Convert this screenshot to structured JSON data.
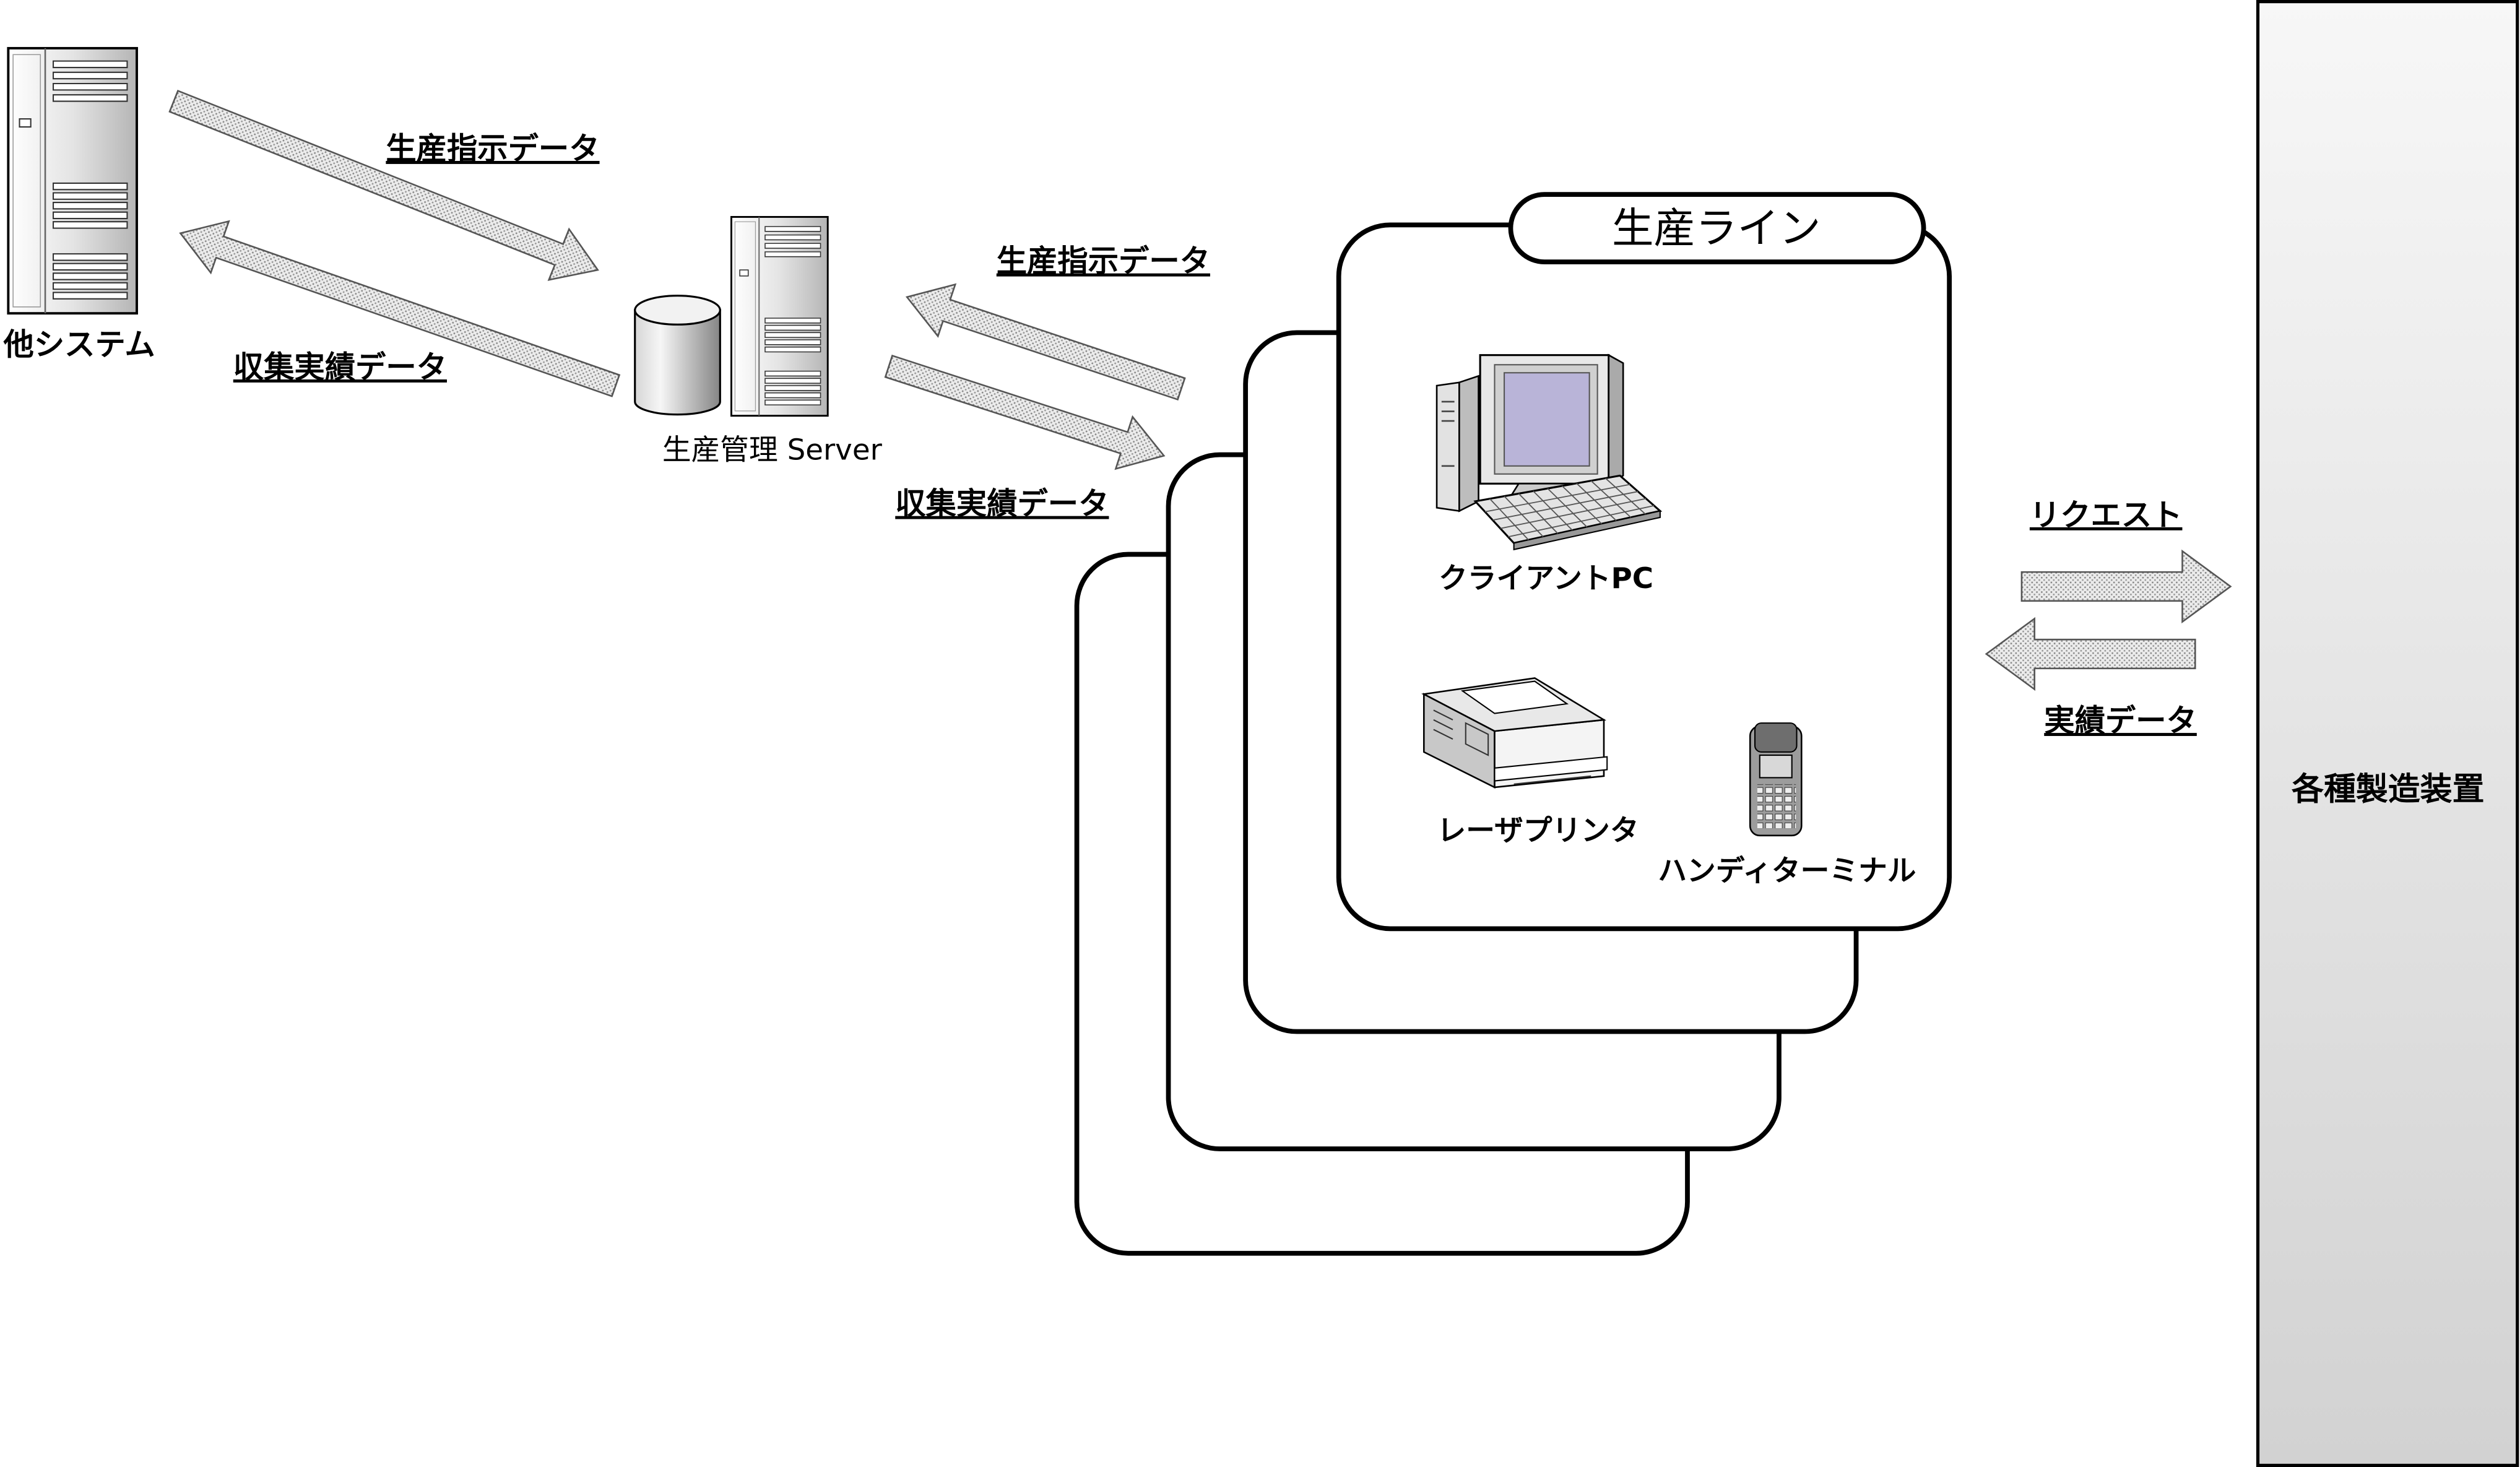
{
  "other_system": {
    "label": "他システム",
    "icon": "server-tower-icon"
  },
  "management_server": {
    "label": "生産管理 Server",
    "icons": [
      "database-icon",
      "server-tower-icon"
    ]
  },
  "flow_labels": {
    "upper_instruction": "生産指示データ",
    "upper_collected": "収集実績データ",
    "middle_instruction": "生産指示データ",
    "middle_collected": "収集実績データ",
    "request": "リクエスト",
    "results": "実績データ"
  },
  "production_line": {
    "title": "生産ライン",
    "devices": [
      {
        "label": "クライアントPC",
        "icon": "client-pc-icon"
      },
      {
        "label": "レーザプリンタ",
        "icon": "laser-printer-icon"
      },
      {
        "label": "ハンディターミナル",
        "icon": "handy-terminal-icon"
      }
    ]
  },
  "equipment": {
    "label": "各種製造装置"
  },
  "colors": {
    "arrow_fill": "#d9d9d9",
    "pc_screen": "#b9b4d8",
    "equipment_top": "#f7f7f7",
    "equipment_bottom": "#d2d2d2"
  }
}
